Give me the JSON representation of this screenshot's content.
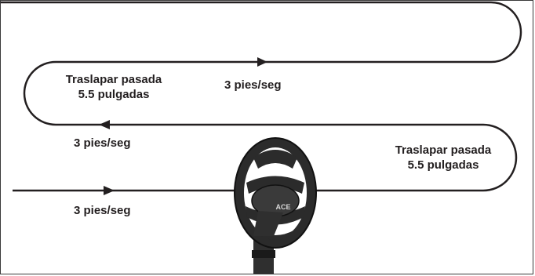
{
  "diagram": {
    "labels": {
      "overlap_top_line1": "Traslapar pasada",
      "overlap_top_line2": "5.5 pulgadas",
      "speed_top": "3 pies/seg",
      "speed_middle": "3 pies/seg",
      "overlap_right_line1": "Traslapar pasada",
      "overlap_right_line2": "5.5 pulgadas",
      "speed_bottom": "3 pies/seg",
      "coil_brand": "ACE"
    },
    "colors": {
      "path": "#231f20",
      "background": "#ffffff",
      "coil": "#2b2b2b"
    }
  }
}
